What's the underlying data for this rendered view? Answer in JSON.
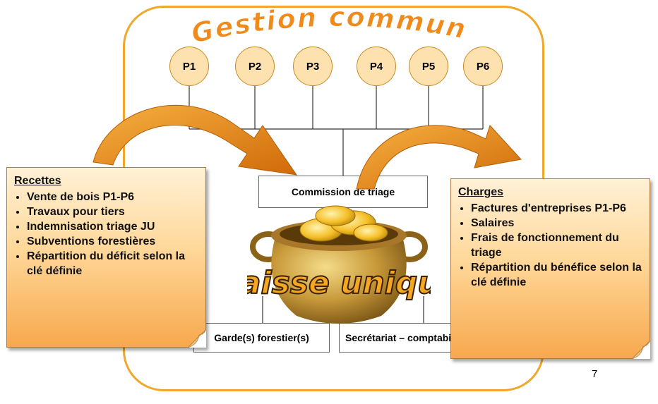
{
  "title": "Gestion commune",
  "partners": [
    "P1",
    "P2",
    "P3",
    "P4",
    "P5",
    "P6"
  ],
  "commission": "Commission de triage",
  "pot_label": "Caisse unique",
  "bottom_boxes": [
    "Garde(s) forestier(s)",
    "Secrétariat – comptabilité"
  ],
  "recettes": {
    "heading": "Recettes",
    "items": [
      "Vente de bois P1-P6",
      "Travaux pour tiers",
      "Indemnisation triage JU",
      "Subventions forestières",
      "Répartition du déficit selon la clé définie"
    ]
  },
  "charges": {
    "heading": "Charges",
    "items": [
      "Factures d'entreprises P1-P6",
      "Salaires",
      "Frais de fonctionnement du triage",
      "Répartition du bénéfice selon la clé définie"
    ]
  },
  "page_number": "7",
  "colors": {
    "frame": "#f0a82c",
    "title_fill": "#f08a1a",
    "arrow": "#e07a10",
    "pot": "#c89a3a",
    "pot_label_fill": "#f5a623"
  }
}
